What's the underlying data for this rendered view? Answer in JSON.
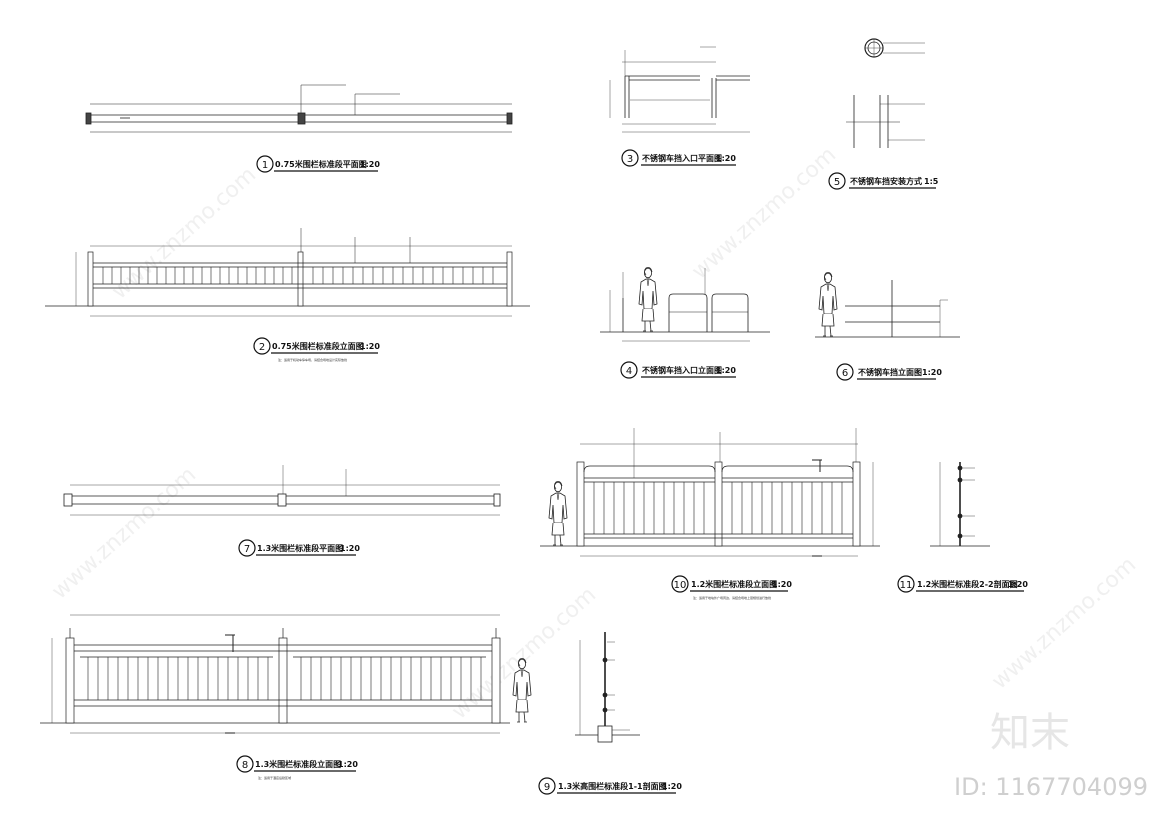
{
  "views": [
    {
      "num": "1",
      "title": "0.75米围栏标准段平面图",
      "scale": "1:20"
    },
    {
      "num": "2",
      "title": "0.75米围栏标准段立面图",
      "scale": "1:20",
      "note": "注：适用于机动车停车场，请结合场地设计实际放线"
    },
    {
      "num": "3",
      "title": "不锈钢车挡入口平面图",
      "scale": "1:20"
    },
    {
      "num": "4",
      "title": "不锈钢车挡入口立面图",
      "scale": "1:20"
    },
    {
      "num": "5",
      "title": "不锈钢车挡安装方式",
      "scale": "1:5"
    },
    {
      "num": "6",
      "title": "不锈钢车挡立面图",
      "scale": "1:20"
    },
    {
      "num": "7",
      "title": "1.3米围栏标准段平面图",
      "scale": "1:20"
    },
    {
      "num": "8",
      "title": "1.3米围栏标准段立面图",
      "scale": "1:20",
      "note": "注：适用于酒店后勤区域"
    },
    {
      "num": "9",
      "title": "1.3米高围栏标准段1-1剖面图",
      "scale": "1:20"
    },
    {
      "num": "10",
      "title": "1.2米围栏标准段立面图",
      "scale": "1:20",
      "note": "注：适用于地块外广场周边，请结合场地上层规划进行放线"
    },
    {
      "num": "11",
      "title": "1.2米围栏标准段2-2剖面图",
      "scale": "1:20"
    }
  ],
  "watermark": {
    "brand": "知末",
    "id": "ID: 1167704099",
    "site": "www.znzmo.com"
  },
  "colors": {
    "line": "#111111",
    "dim": "#333333",
    "watermark": "#d8d8d8"
  }
}
